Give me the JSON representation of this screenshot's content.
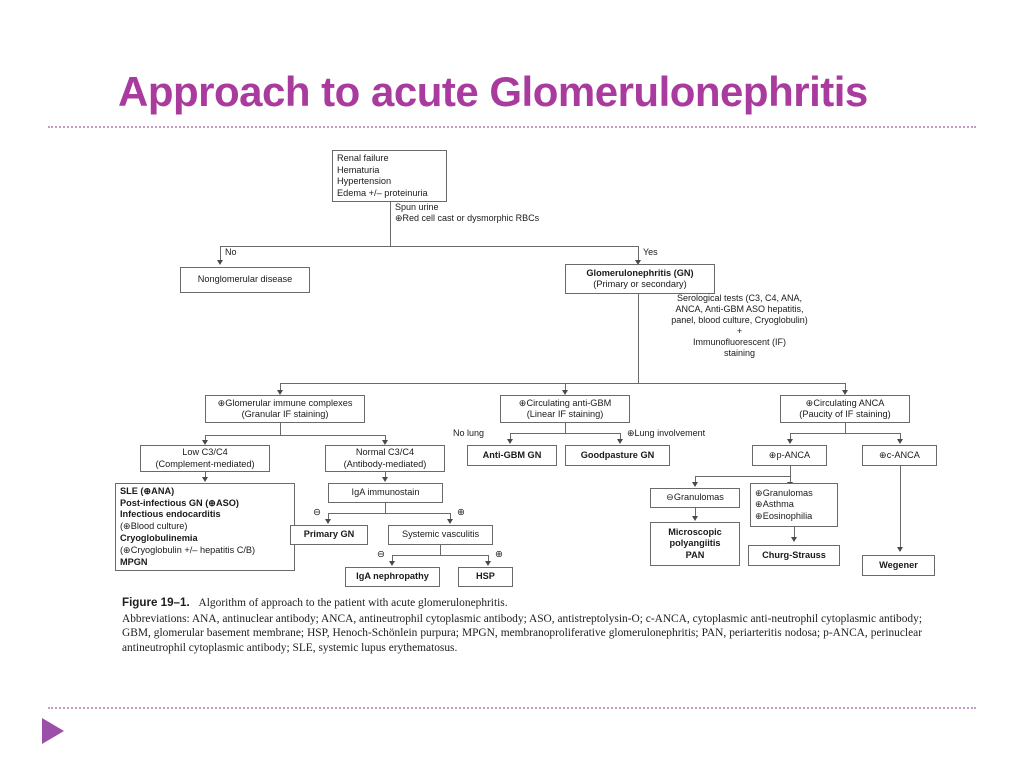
{
  "slide": {
    "title": "Approach to acute Glomerulonephritis",
    "next_arrow_icon": "play-triangle-icon",
    "accent_color": "#a93b9e",
    "rule_color": "#c89bc6"
  },
  "figure": {
    "presentation_box": {
      "lines": [
        "Renal failure",
        "Hematuria",
        "Hypertension",
        "Edema +/– proteinuria"
      ]
    },
    "spun_urine_note": {
      "line1": "Spun urine",
      "line2": "⊕Red cell cast or dysmorphic RBCs"
    },
    "branch_labels": {
      "no": "No",
      "yes": "Yes"
    },
    "nonglomerular_box": {
      "text": "Nonglomerular disease"
    },
    "gn_box": {
      "title": "Glomerulonephritis (GN)",
      "subtitle": "(Primary or secondary)"
    },
    "serology_note": {
      "line1": "Serological tests (C3, C4, ANA,",
      "line2": "ANCA, Anti-GBM ASO hepatitis,",
      "line3": "panel, blood culture, Cryoglobulin)",
      "line4": "+",
      "line5": "Immunofluorescent (IF)",
      "line6": "staining"
    },
    "immune_complexes_box": {
      "title": "⊕Glomerular immune complexes",
      "subtitle": "(Granular IF staining)"
    },
    "anti_gbm_box": {
      "title": "⊕Circulating anti-GBM",
      "subtitle": "(Linear IF staining)"
    },
    "anca_box": {
      "title": "⊕Circulating ANCA",
      "subtitle": "(Paucity of IF staining)"
    },
    "low_c3c4_box": {
      "title": "Low C3/C4",
      "subtitle": "(Complement-mediated)"
    },
    "normal_c3c4_box": {
      "title": "Normal C3/C4",
      "subtitle": "(Antibody-mediated)"
    },
    "complement_list_box": {
      "lines": [
        "SLE (⊕ANA)",
        "Post-infectious GN (⊕ASO)",
        "Infectious endocarditis",
        " (⊕Blood culture)",
        "Cryoglobulinemia",
        " (⊕Cryoglobulin +/– hepatitis C/B)",
        "MPGN"
      ],
      "bold_flags": [
        true,
        true,
        true,
        false,
        true,
        false,
        true
      ]
    },
    "iga_immunostain_box": {
      "text": "IgA immunostain"
    },
    "primary_gn_box": {
      "text": "Primary GN"
    },
    "systemic_vasculitis_box": {
      "text": "Systemic vasculitis"
    },
    "iga_nephropathy_box": {
      "text": "IgA nephropathy"
    },
    "hsp_box": {
      "text": "HSP"
    },
    "no_lung_label": "No lung",
    "lung_involvement_label": "⊕Lung involvement",
    "anti_gbm_gn_box": {
      "text": "Anti-GBM GN"
    },
    "goodpasture_box": {
      "text": "Goodpasture GN"
    },
    "p_anca_box": {
      "text": "⊕p-ANCA"
    },
    "c_anca_box": {
      "text": "⊕c-ANCA"
    },
    "no_granulomas_box": {
      "text": "⊖Granulomas"
    },
    "granulomas_asthma_box": {
      "lines": [
        "⊕Granulomas",
        "⊕Asthma",
        "⊕Eosinophilia"
      ]
    },
    "microscopic_box": {
      "lines": [
        "Microscopic",
        "polyangiitis",
        "PAN"
      ]
    },
    "churg_strauss_box": {
      "text": "Churg-Strauss"
    },
    "wegener_box": {
      "text": "Wegener"
    },
    "minus_symbol": "⊖",
    "plus_symbol": "⊕"
  },
  "caption": {
    "figure_number": "Figure 19–1.",
    "title": "Algorithm of approach to the patient with acute glomerulonephritis.",
    "abbreviations": "Abbreviations: ANA, antinuclear antibody; ANCA, antineutrophil cytoplasmic antibody; ASO, antistreptolysin-O; c-ANCA, cytoplasmic anti-neutrophil cytoplasmic antibody; GBM, glomerular basement membrane; HSP, Henoch-Schönlein purpura; MPGN, membranoproliferative glomerulonephritis; PAN, periarteritis nodosa; p-ANCA, perinuclear antineutrophil cytoplasmic antibody; SLE, systemic lupus erythematosus."
  }
}
